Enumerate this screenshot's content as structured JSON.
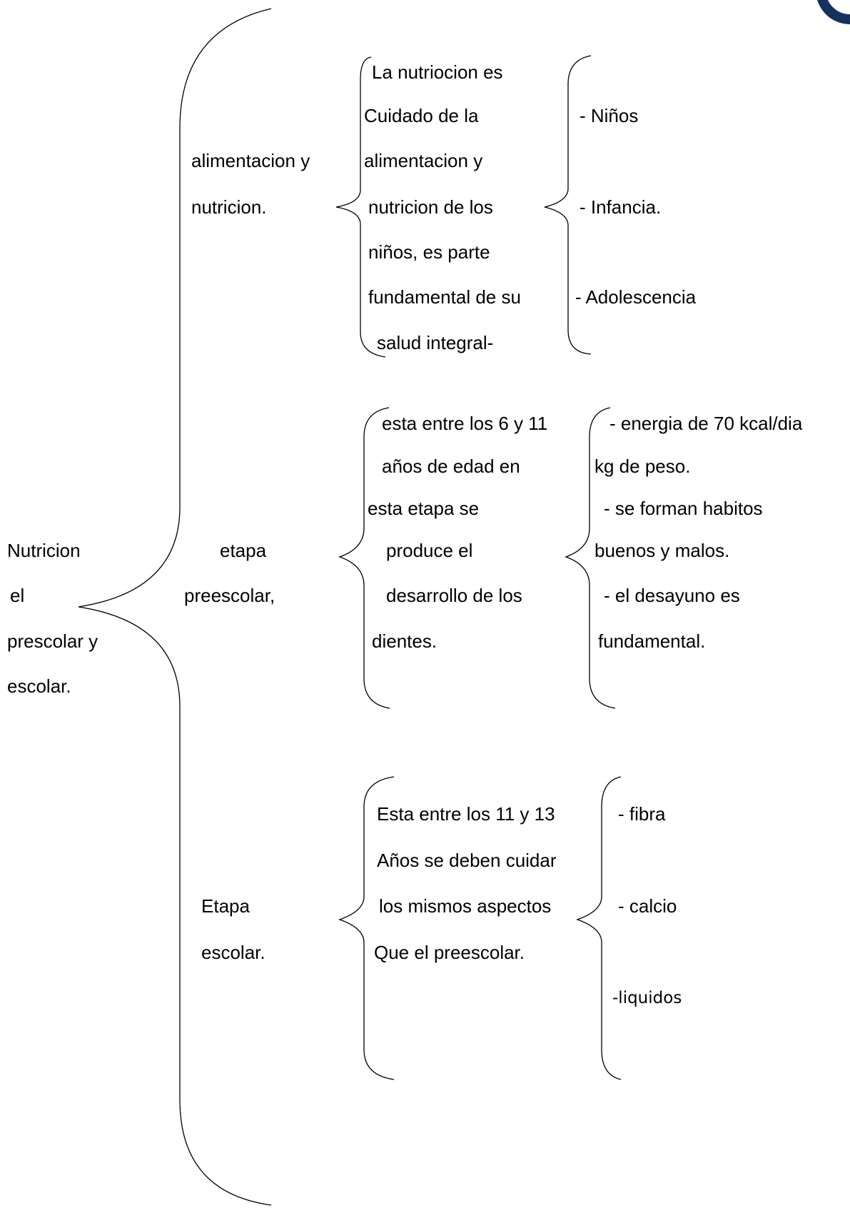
{
  "diagram": {
    "root": {
      "lines": [
        "Nutricion",
        "el",
        "prescolar y",
        "escolar."
      ]
    },
    "branches": [
      {
        "title_lines": [
          "alimentacion y",
          "nutricion."
        ],
        "description_lines": [
          "La nutriocion es",
          "Cuidado de la",
          "alimentacion y",
          "nutricion de los",
          "niños, es parte",
          "fundamental de su",
          "salud integral-"
        ],
        "detail_lines": [
          "- Niños",
          "- Infancia.",
          "- Adolescencia"
        ]
      },
      {
        "title_lines": [
          "etapa",
          "preescolar,"
        ],
        "description_lines": [
          "esta entre los 6 y 11",
          "años de edad en",
          "esta etapa se",
          "produce el",
          "desarrollo de los",
          "dientes."
        ],
        "detail_lines": [
          "- energia de 70 kcal/dia",
          "kg de peso.",
          "- se forman habitos",
          "buenos y malos.",
          "- el desayuno es",
          "fundamental."
        ]
      },
      {
        "title_lines": [
          "Etapa",
          "escolar."
        ],
        "description_lines": [
          "Esta entre los 11 y 13",
          "Años se deben cuidar",
          "los mismos aspectos",
          "Que el preescolar."
        ],
        "detail_lines": [
          "- fibra",
          "- calcio",
          "-liquidos"
        ]
      }
    ]
  },
  "colors": {
    "text": "#000000",
    "line": "#000000",
    "corner_accent": "#15325f"
  }
}
